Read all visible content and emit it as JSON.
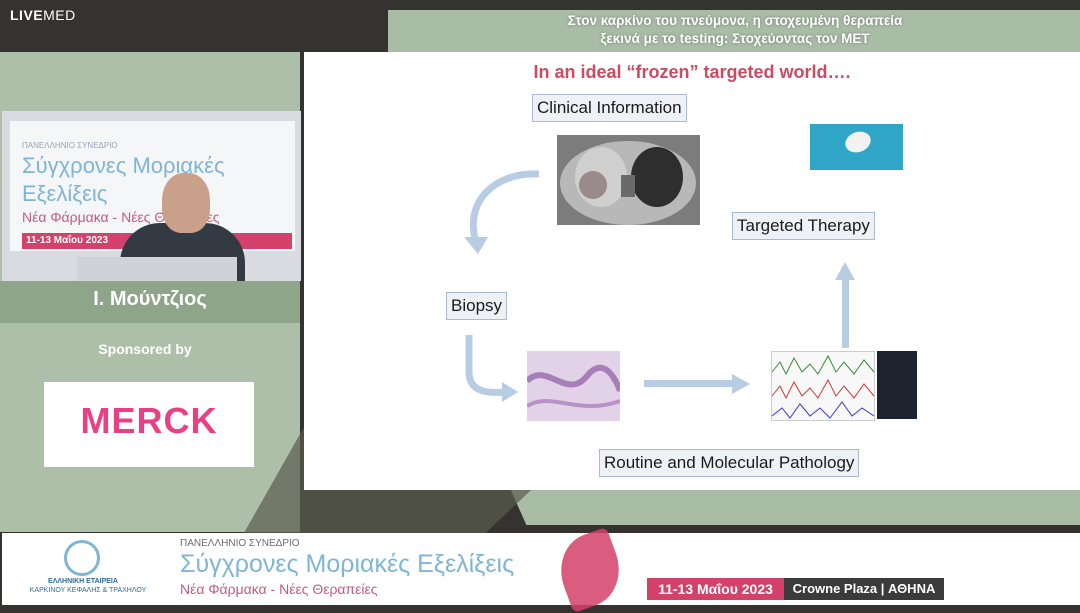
{
  "brand": {
    "live": "LIVE",
    "med": "MED"
  },
  "slide_title": {
    "line1": "Στον καρκίνο του πνεύμονα, η στοχευμένη θεραπεία",
    "line2": "ξεκινά με το testing: Στοχεύοντας τον MET"
  },
  "speaker": {
    "name": "Ι. Μούντζιος",
    "banner": {
      "small": "ΠΑΝΕΛΛΗΝΙΟ ΣΥΝΕΔΡΙΟ",
      "title1": "Σύγχρονες Μοριακές",
      "title2": "Εξελίξεις",
      "sub": "Νέα Φάρμακα - Νέες Θεραπείες",
      "date": "11-13 Μαΐου 2023"
    }
  },
  "sponsor": {
    "label": "Sponsored by",
    "name": "MERCK"
  },
  "slide": {
    "heading": "In an ideal “frozen” targeted world….",
    "clinical": "Clinical Information",
    "targeted": "Targeted Therapy",
    "biopsy": "Biopsy",
    "pathology": "Routine and Molecular Pathology"
  },
  "footer": {
    "society1": "ΕΛΛΗΝΙΚΗ ΕΤΑΙΡΕΙΑ",
    "society2": "ΚΑΡΚΙΝΟΥ ΚΕΦΑΛΗΣ & ΤΡΑΧΗΛΟΥ",
    "small": "ΠΑΝΕΛΛΗΝΙΟ ΣΥΝΕΔΡΙΟ",
    "title": "Σύγχρονες Μοριακές Εξελίξεις",
    "sub": "Νέα Φάρμακα - Νέες Θεραπείες",
    "date": "11-13 Μαΐου 2023",
    "venue": "Crowne Plaza | ΑΘΗΝΑ"
  },
  "colors": {
    "accent_pink": "#d4416a",
    "accent_blue": "#7fb5d5",
    "green": "#8ea58a",
    "merck": "#ea3f84"
  }
}
